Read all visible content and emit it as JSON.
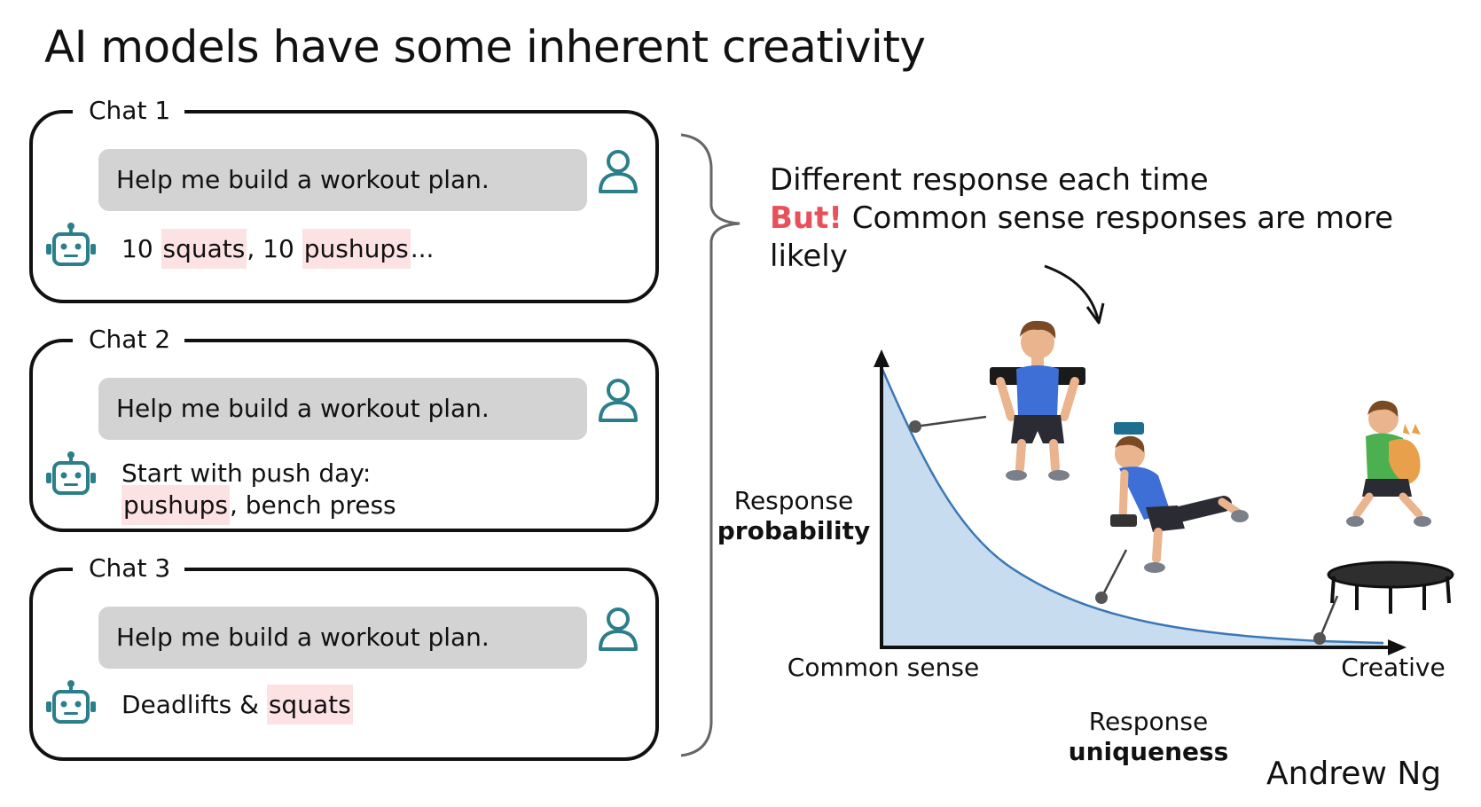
{
  "title": "AI models have some inherent creativity",
  "chats": [
    {
      "label": "Chat 1",
      "prompt": "Help me build a workout plan.",
      "reply": [
        "10 ",
        "squats",
        ", 10 ",
        "pushups",
        "..."
      ]
    },
    {
      "label": "Chat 2",
      "prompt": "Help me build a workout plan.",
      "reply": [
        "Start with push day: ",
        "pushups",
        ", bench press"
      ]
    },
    {
      "label": "Chat 3",
      "prompt": "Help me build a workout plan.",
      "reply": [
        "Deadlifts & ",
        "squats"
      ]
    }
  ],
  "annotation": {
    "line1": "Different response each time",
    "but": "But!",
    "line2": " Common sense responses are more likely"
  },
  "chart": {
    "ylabel_top": "Response",
    "ylabel_bold": "probability",
    "x_left": "Common sense",
    "x_right": "Creative",
    "xlabel_top": "Response",
    "xlabel_bold": "uniqueness"
  },
  "author": "Andrew Ng",
  "colors": {
    "accent_teal": "#2a7f8a",
    "highlight": "#fde2e4",
    "but_red": "#e8505b",
    "curve_fill": "#c7dcee",
    "curve_line": "#3a78b5"
  },
  "icons": [
    "user-icon",
    "robot-icon",
    "curly-brace-icon",
    "curved-arrow-icon",
    "person-curling-dumbbells",
    "person-dumbbell-lunge",
    "person-holding-cat-jumping",
    "trampoline"
  ]
}
